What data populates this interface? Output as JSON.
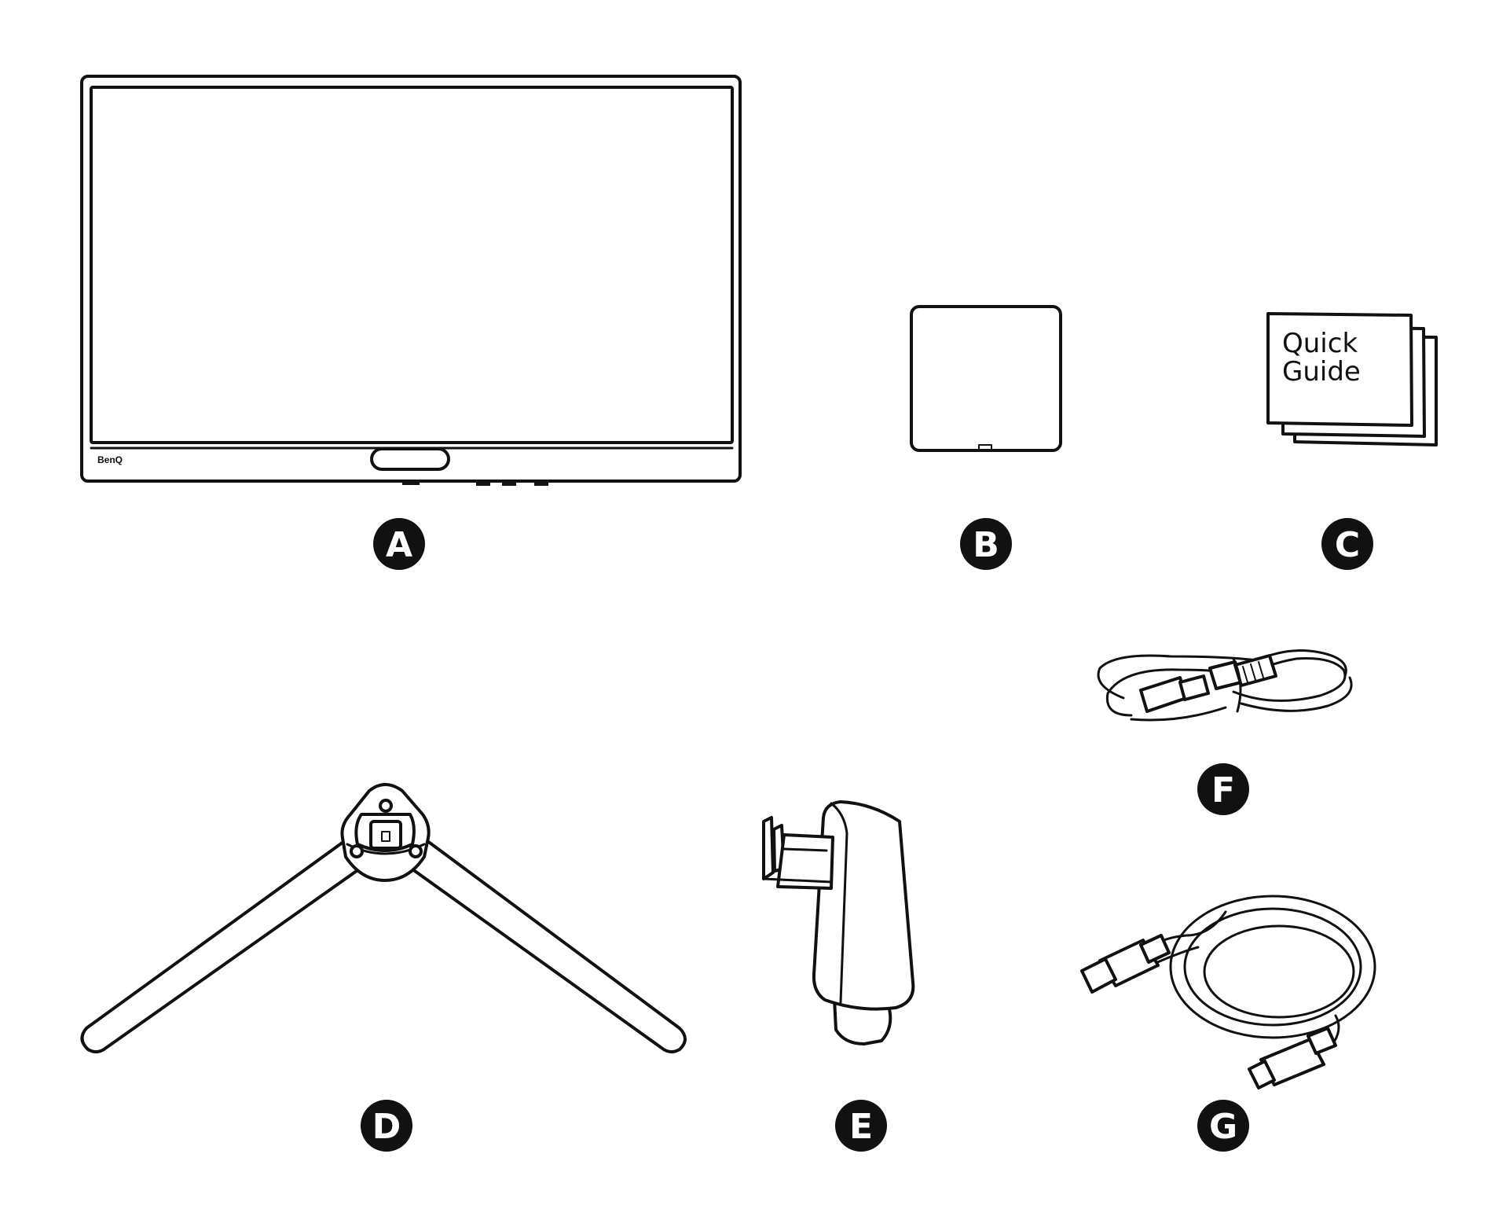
{
  "items": [
    {
      "label": "A",
      "name": "monitor"
    },
    {
      "label": "B",
      "name": "cloth"
    },
    {
      "label": "C",
      "name": "quick-guide",
      "text_lines": [
        "Quick",
        "Guide"
      ]
    },
    {
      "label": "D",
      "name": "stand-base"
    },
    {
      "label": "E",
      "name": "stand-neck"
    },
    {
      "label": "F",
      "name": "power-cord"
    },
    {
      "label": "G",
      "name": "video-cable"
    }
  ],
  "monitor": {
    "brand": "BenQ"
  },
  "colors": {
    "line": "#111111",
    "background": "#ffffff",
    "label_circle": "#111111",
    "label_text": "#ffffff"
  }
}
